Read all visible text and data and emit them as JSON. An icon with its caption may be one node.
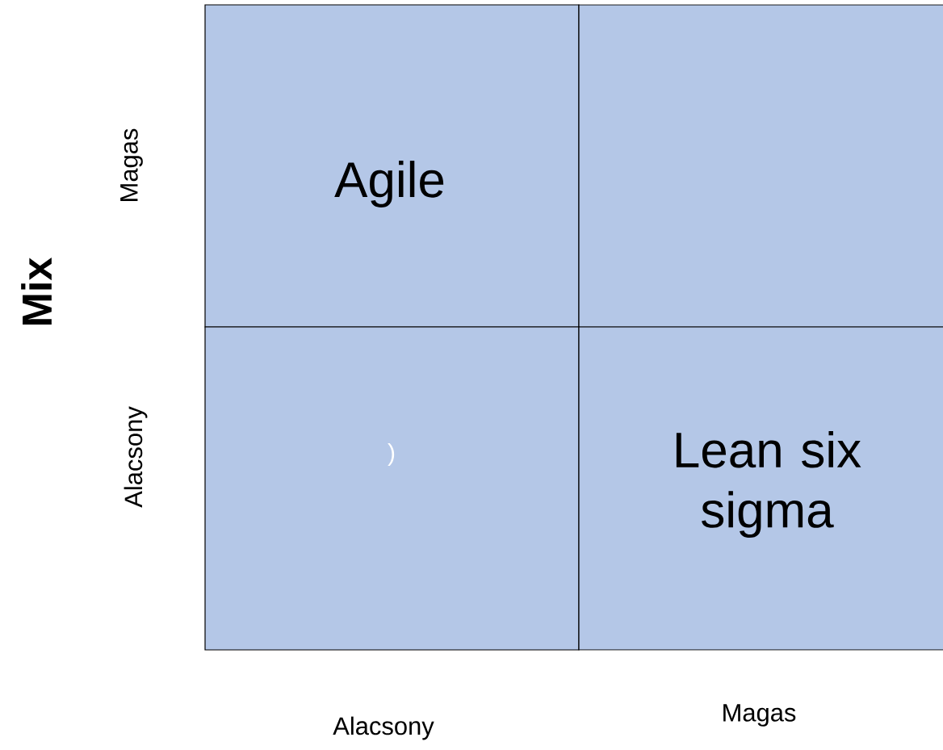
{
  "diagram": {
    "nodes": [
      {
        "text": [
          "Agile"
        ]
      },
      {
        "text": [],
        "shape": "box"
      },
      {
        "text": [
          ")"
        ]
      },
      {
        "text": [
          "Lean six sigma"
        ]
      }
    ],
    "labels": [
      "Mix",
      "Magas",
      "Alacsony",
      "Alacsony",
      "Magas"
    ]
  }
}
